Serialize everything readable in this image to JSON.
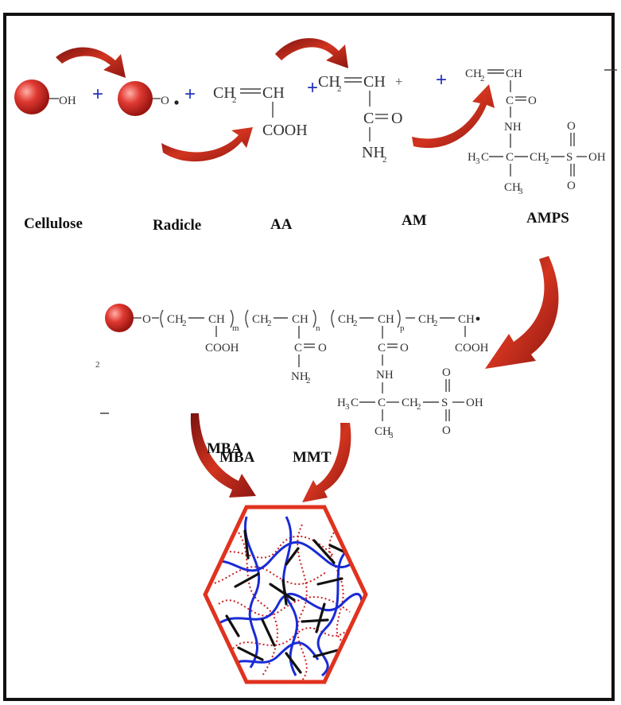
{
  "labels": {
    "cellulose": "Cellulose",
    "radicle": "Radicle",
    "aa": "AA",
    "am": "AM",
    "amps": "AMPS",
    "mba": "MBA",
    "mmt": "MMT"
  },
  "groups": {
    "oh": "OH",
    "o_radical": "O",
    "ch2": "CH",
    "ch": "CH",
    "cooh": "COOH",
    "c_eq_o": "C═ O",
    "c": "C",
    "o": "O",
    "nh": "NH",
    "nh2": "NH",
    "h3c": "H",
    "ch3": "CH",
    "s": "S",
    "sulfo_oh": "OH",
    "sub2": "2",
    "sub3": "3",
    "sub_m": "m",
    "sub_n": "n",
    "sub_p": "p"
  },
  "operators": {
    "plus": "+"
  },
  "colors": {
    "arrow_red": "#c0281e",
    "sphere_red": "#d32a2a",
    "frame": "#111111",
    "hexagon": "#e0321e",
    "network_blue": "#1a2bd6",
    "network_red": "#cc2222",
    "network_black": "#111111",
    "plus_blue": "#2233bb"
  }
}
